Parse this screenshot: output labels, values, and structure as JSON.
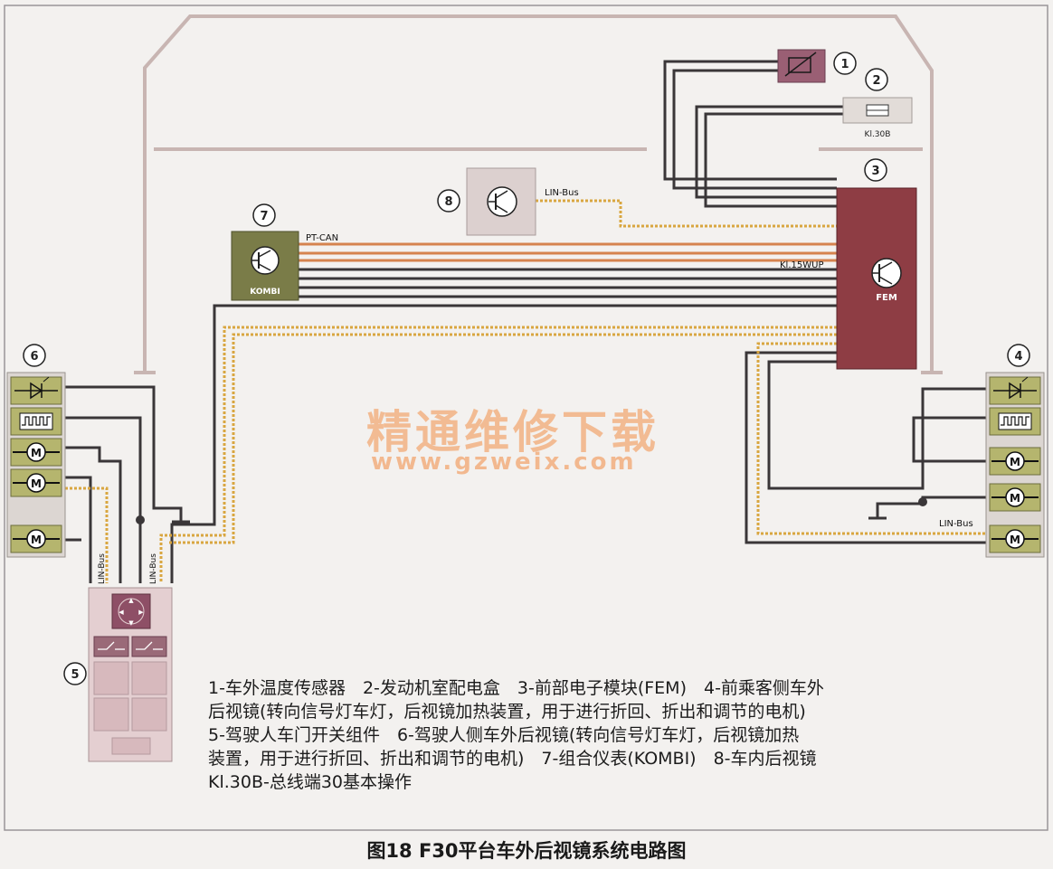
{
  "components": {
    "c1": {
      "number": "1"
    },
    "c2": {
      "number": "2",
      "label": "Kl.30B"
    },
    "c3": {
      "number": "3",
      "label": "FEM",
      "pin_label": "Kl.15WUP"
    },
    "c4": {
      "number": "4"
    },
    "c5": {
      "number": "5"
    },
    "c6": {
      "number": "6"
    },
    "c7": {
      "number": "7",
      "label": "KOMBI"
    },
    "c8": {
      "number": "8"
    }
  },
  "bus_labels": {
    "pt_can": "PT-CAN",
    "lin_top": "LIN-Bus",
    "lin_right": "LIN-Bus",
    "lin_left_a": "LIN-Bus",
    "lin_left_b": "LIN-Bus"
  },
  "icons": [
    "temperature-sensor-icon",
    "fuse-icon",
    "transistor-icon",
    "turn-signal-lamp-icon",
    "heater-icon",
    "motor-icon",
    "direction-pad-icon",
    "switch-icon"
  ],
  "colors": {
    "wire_dark": "#3a3638",
    "can_orange": "#d6834e",
    "lin_yellow": "#d9a640",
    "body_outline": "#c8b5b2",
    "fem_fill": "#8e3d44",
    "kombi_fill": "#7a7c48",
    "mirror_fill": "#b5b56e",
    "switch_fill": "#d9b3b7",
    "sensor_fill": "#9a5f74"
  },
  "watermark": {
    "title": "精通维修下载",
    "url": "www.gzweix.com"
  },
  "legend": {
    "line1": "1-车外温度传感器　2-发动机室配电盒　3-前部电子模块(FEM)　4-前乘客侧车外",
    "line2": "后视镜(转向信号灯车灯，后视镜加热装置，用于进行折回、折出和调节的电机)",
    "line3": "5-驾驶人车门开关组件　6-驾驶人侧车外后视镜(转向信号灯车灯，后视镜加热",
    "line4": "装置，用于进行折回、折出和调节的电机)　7-组合仪表(KOMBI)　8-车内后视镜",
    "line5": "Kl.30B-总线端30基本操作"
  },
  "caption": "图18 F30平台车外后视镜系统电路图"
}
